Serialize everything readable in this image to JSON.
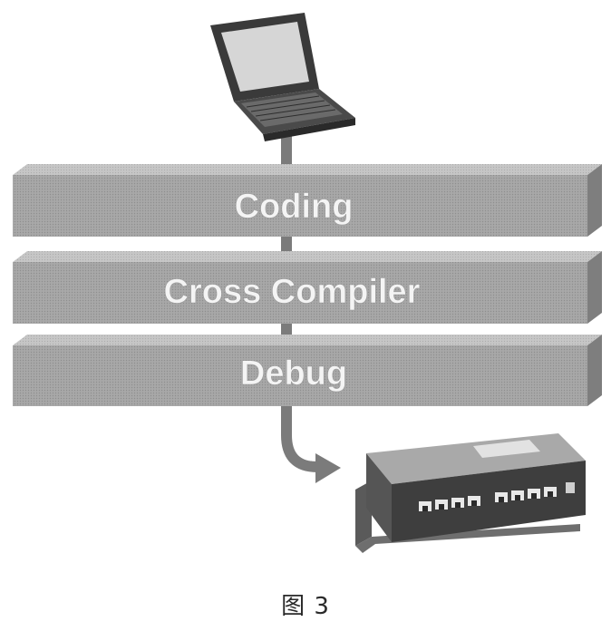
{
  "diagram": {
    "layers": [
      {
        "label": "Coding"
      },
      {
        "label": "Cross Compiler"
      },
      {
        "label": "Debug"
      }
    ],
    "caption": "图 3"
  },
  "colors": {
    "layer_front": "#a9a9a9",
    "layer_top": "#c9c9c9",
    "layer_side": "#7d7d7d",
    "connector": "#777777"
  }
}
